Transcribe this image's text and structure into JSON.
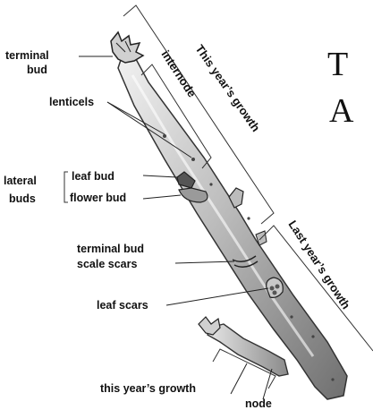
{
  "labels": {
    "terminal_bud_1": "terminal",
    "terminal_bud_2": "bud",
    "lenticels": "lenticels",
    "lateral_1": "lateral",
    "lateral_2": "buds",
    "leaf_bud": "leaf bud",
    "flower_bud": "flower bud",
    "scale_scars_1": "terminal bud",
    "scale_scars_2": "scale scars",
    "leaf_scars": "leaf scars",
    "this_years_growth_bottom": "this year’s growth",
    "node": "node",
    "internode": "internode",
    "this_years_growth_top": "This year’s growth",
    "last_years_growth": "Last year’s growth"
  },
  "cropped_text": {
    "line1": "T",
    "line2": "A"
  }
}
